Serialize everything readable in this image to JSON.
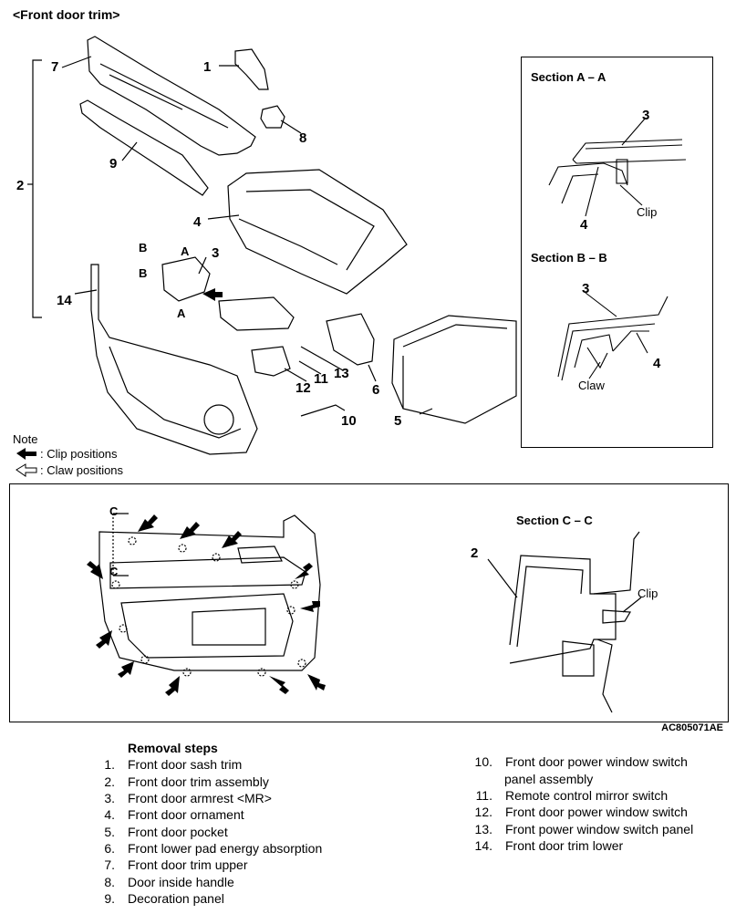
{
  "title": "<Front door trim>",
  "callouts": {
    "c1": "1",
    "c2": "2",
    "c3": "3",
    "c4": "4",
    "c5": "5",
    "c6": "6",
    "c7": "7",
    "c8": "8",
    "c9": "9",
    "c10": "10",
    "c11": "11",
    "c12": "12",
    "c13": "13",
    "c14": "14",
    "A": "A",
    "B": "B",
    "C": "C"
  },
  "note": {
    "heading": "Note",
    "clip": ": Clip positions",
    "claw": ": Claw positions"
  },
  "section_aa": {
    "title": "Section A – A",
    "n3": "3",
    "n4": "4",
    "clip": "Clip"
  },
  "section_bb": {
    "title": "Section B – B",
    "n3": "3",
    "n4": "4",
    "claw": "Claw"
  },
  "section_cc": {
    "title": "Section C – C",
    "n2": "2",
    "clip": "Clip"
  },
  "figure_code": "AC805071AE",
  "removal": {
    "heading": "Removal steps",
    "steps": [
      {
        "n": "1.",
        "text": "Front door sash trim"
      },
      {
        "n": "2.",
        "text": "Front door trim assembly"
      },
      {
        "n": "3.",
        "text": "Front door armrest <MR>"
      },
      {
        "n": "4.",
        "text": "Front door ornament"
      },
      {
        "n": "5.",
        "text": "Front door pocket"
      },
      {
        "n": "6.",
        "text": "Front lower pad energy absorption"
      },
      {
        "n": "7.",
        "text": "Front door trim upper"
      },
      {
        "n": "8.",
        "text": "Door inside handle"
      },
      {
        "n": "9.",
        "text": "Decoration panel"
      },
      {
        "n": "10.",
        "text": "Front door power window switch",
        "cont": "panel assembly"
      },
      {
        "n": "11.",
        "text": "Remote control mirror switch"
      },
      {
        "n": "12.",
        "text": "Front door power window switch"
      },
      {
        "n": "13.",
        "text": "Front power window switch panel"
      },
      {
        "n": "14.",
        "text": "Front door trim lower"
      }
    ]
  }
}
